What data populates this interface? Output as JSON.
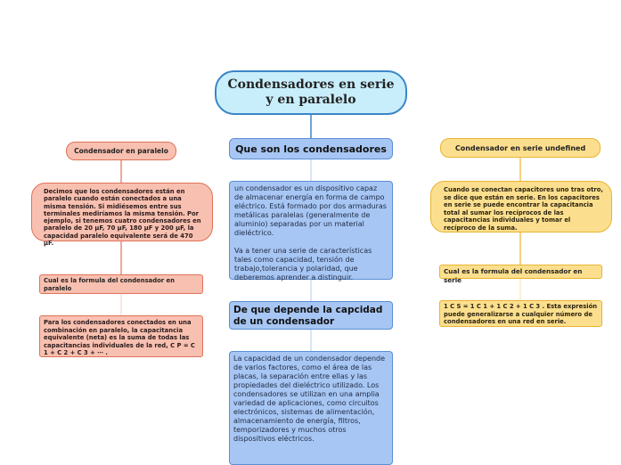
{
  "root": {
    "label": "Condensadores en serie y en paralelo"
  },
  "center": {
    "title": "Que son los condensadores",
    "text1": " un condensador es un dispositivo capaz de almacenar energía en forma de campo eléctrico. Está formado por dos armaduras metálicas paralelas (generalmente de aluminio) separadas por un material dieléctrico.\n\nVa a tener una serie de características tales como capacidad, tensión de trabajo,tolerancia y polaridad, que deberemos aprender a distinguir.",
    "title2": "De que depende la capcidad de un condensador",
    "text2": "La capacidad de un condensador depende de varios factores, como el área de las placas, la separación entre ellas y las propiedades del dieléctrico utilizado. Los condensadores se utilizan en una amplia variedad de aplicaciones, como circuitos electrónicos, sistemas de alimentación, almacenamiento de energía, filtros, temporizadores y muchos otros dispositivos eléctricos."
  },
  "left": {
    "title": "Condensador en paralelo",
    "text1": "Decimos que los condensadores están en paralelo cuando están conectados a una misma tensión. Si midiésemos entre sus terminales mediríamos la misma tensión. Por ejemplo, si tenemos cuatro condensadores en paralelo de 20 µF, 70 µF, 180 µF y 200 µF, la capacidad paralelo equivalente será de 470 µF.",
    "question": "Cual es la formula del condensador en paralelo",
    "text2": "Para los condensadores conectados en una combinación en paralelo, la capacitancia equivalente (neta) es la suma de todas las capacitancias individuales de la red, C P = C 1 + C 2 + C 3 + ⋯ ."
  },
  "right": {
    "title": "Condensador en serie undefined",
    "text1": "Cuando se conectan capacitores uno tras otro, se dice que están en serie. En los capacitores en serie se puede encontrar la capacitancia total al sumar los recíprocos de las capacitancias individuales y tomar el recíproco de la suma.",
    "question": "Cual es la formula del condensador en serie",
    "text2": "1 C S = 1 C 1 + 1 C 2 + 1 C 3 . Esta expresión puede generalizarse a cualquier número de condensadores en una red en serie."
  },
  "colors": {
    "root_fill": "#c9eefb",
    "root_border": "#3a86c8",
    "center_fill": "#a7c6f3",
    "left_fill": "#f8c0b0",
    "left_line": "#e07258",
    "right_fill": "#fcdf8e",
    "right_line": "#e8b430"
  }
}
